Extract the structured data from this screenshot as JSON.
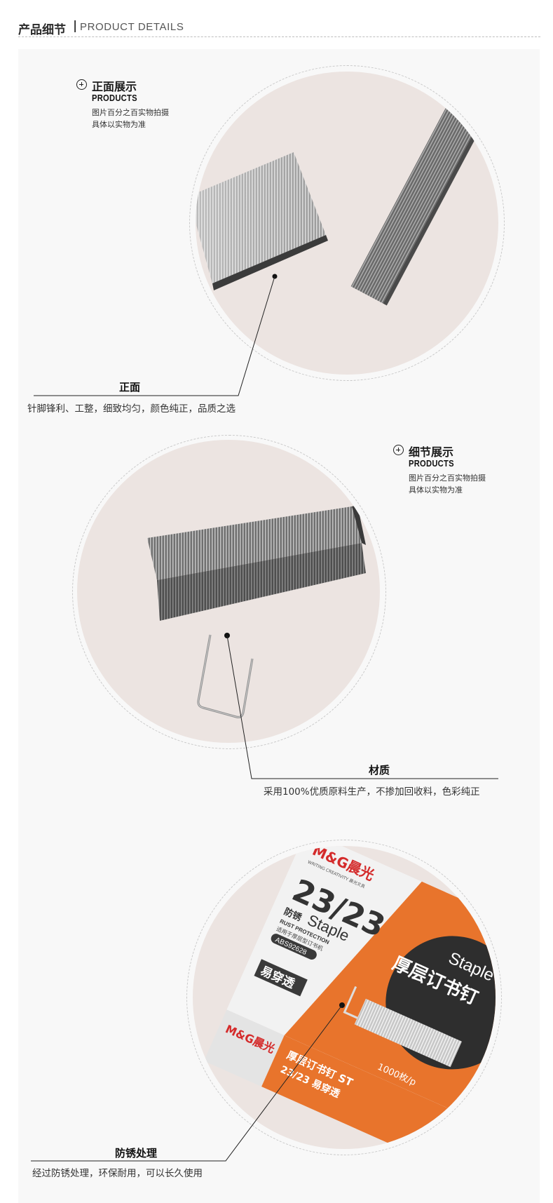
{
  "header": {
    "title_cn": "产品细节",
    "separator": "|",
    "title_en": "PRODUCT DETAILS"
  },
  "sections": [
    {
      "tag": {
        "title": "正面展示",
        "subtitle": "PRODUCTS",
        "line1": "图片百分之百实物拍摄",
        "line2": "具体以实物为准"
      },
      "caption": {
        "title": "正面",
        "description": "针脚锋利、工整，细致均匀，颜色纯正，品质之选"
      }
    },
    {
      "tag": {
        "title": "细节展示",
        "subtitle": "PRODUCTS",
        "line1": "图片百分之百实物拍摄",
        "line2": "具体以实物为准"
      },
      "caption": {
        "title": "材质",
        "description": "采用100%优质原料生产，不掺加回收料，色彩纯正"
      }
    },
    {
      "caption": {
        "title": "防锈处理",
        "description": "经过防锈处理，环保耐用，可以长久使用"
      }
    }
  ],
  "package": {
    "brand": "M&G晨光",
    "brand_tagline": "WRITING CREATIVITY 晨光文具",
    "model": "23/23",
    "name_cn": "防锈",
    "name_en": "Staple",
    "rust": "RUST PROTECTION",
    "usage": "适用于厚层型订书机",
    "code": "ABS92628",
    "easy": "易穿透",
    "big_text": "厚层订书钉",
    "orange_en": "Staple",
    "count": "1000枚/p",
    "side_label": "厚层订书钉 ST",
    "side_model": "23/23 易穿透"
  },
  "colors": {
    "accent_orange": "#e8742c",
    "brand_red": "#d42b2b",
    "circle_bg": "#ece4e1"
  }
}
